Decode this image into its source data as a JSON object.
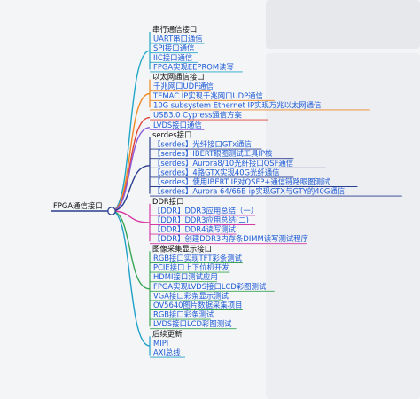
{
  "root": {
    "label": "FPGA通信接口"
  },
  "branches": [
    {
      "label": "串行通信接口",
      "color": "#22a7c7",
      "items": [
        "UART串口通信",
        "SPI接口通信",
        "IIC接口通信",
        "FPGA实现EEPROM读写"
      ]
    },
    {
      "label": "以太网通信接口",
      "color": "#f08a24",
      "items": [
        "千兆网口UDP通信",
        "TEMAC IP实现千兆网口UDP通信",
        "10G subsystem Ethernet IP实现万兆以太网通信"
      ]
    },
    {
      "label": "",
      "color": "#e0453a",
      "items": [
        "USB3.0 Cypress通信方案"
      ]
    },
    {
      "label": "",
      "color": "#8e5cd8",
      "items": [
        "LVDS接口通信"
      ]
    },
    {
      "label": "serdes接口",
      "color": "#2a3f8f",
      "items": [
        "【serdes】光纤接口GTx通信",
        "【serdes】IBERT眼图测试工具IP核",
        "【serdes】Aurora8/10光纤接口QSF通信",
        "【serdes】4路GTX实现40G光纤通信",
        "【serdes】使用IBERT IP对QSFP+通信链路眼图测试",
        "【serdes】Aurora 64/66B ip实现GTX与GTY的40G通信"
      ]
    },
    {
      "label": "DDR接口",
      "color": "#d63ba3",
      "items": [
        "【DDR】DDR3应用总结（一）",
        "【DDR】DDR3应用总结(二)",
        "【DDR】DDR4读写测试",
        "【DDR】创建DDR3内存条DIMM读写测试程序"
      ]
    },
    {
      "label": "图像采集显示接口",
      "color": "#3aa655",
      "items": [
        "RGB接口实现TFT彩条测试",
        "PCIE接口上下位机开发",
        "HDMI接口测试应用",
        "FPGA实现LVDS接口LCD彩图测试",
        "VGA接口彩条显示测试",
        "OV5640图片数据采集项目",
        "RGB接口彩条测试",
        "LVDS接口LCD彩图测试"
      ]
    },
    {
      "label": "后续更新",
      "color": "#1fa0c9",
      "items": [
        "MIPI",
        "AXI总线"
      ]
    }
  ]
}
